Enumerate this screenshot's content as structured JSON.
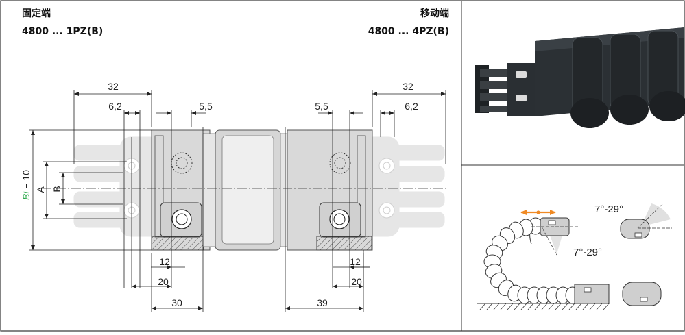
{
  "left_end": {
    "title": "固定端",
    "part_no": "4800 ... 1PZ(B)"
  },
  "right_end": {
    "title": "移动端",
    "part_no": "4800 ... 4PZ(B)"
  },
  "dimensions": {
    "left_width": "32",
    "left_hole_offset": "6,2",
    "left_pin_offset": "5,5",
    "right_width": "32",
    "right_hole_offset": "6,2",
    "right_pin_offset": "5,5",
    "bi_label_var": "Bi",
    "bi_label_rest": " + 10",
    "label_a": "A",
    "label_b": "B",
    "left_bottom_12": "12",
    "left_bottom_20": "20",
    "left_bottom_30": "30",
    "right_bottom_12": "12",
    "right_bottom_20": "20",
    "right_bottom_39": "39"
  },
  "angles": {
    "upper": "7°-29°",
    "lower": "7°-29°"
  },
  "colors": {
    "accent_orange": "#f08a24",
    "accent_green": "#2aa84a",
    "frame": "#333333"
  }
}
